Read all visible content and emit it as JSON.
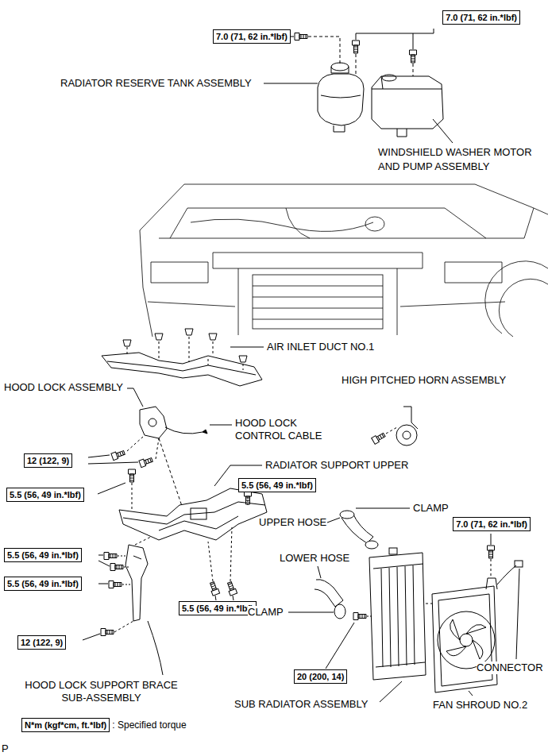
{
  "diagram": {
    "nodes": [
      {
        "text": [
          "7.0 (71, 62 in.*lbf)"
        ]
      },
      {
        "text": [
          "7.0 (71, 62 in.*lbf)"
        ]
      },
      {
        "text": [
          "12 (122, 9)"
        ]
      },
      {
        "text": [
          "5.5 (56, 49 in.*lbf)"
        ]
      },
      {
        "text": [
          "5.5 (56, 49 in.*lbf)"
        ]
      },
      {
        "text": [
          "5.5 (56, 49 in.*lbf)"
        ]
      },
      {
        "text": [
          "7.0 (71, 62 in.*lbf)"
        ]
      },
      {
        "text": [
          "5.5 (56, 49 in.*lbf)"
        ]
      },
      {
        "text": [
          "5.5 (56, 49 in.*lbf)"
        ]
      },
      {
        "text": [
          "12 (122, 9)"
        ]
      },
      {
        "text": [
          "20 (200, 14)"
        ]
      },
      {
        "text": [
          "N*m (kgf*cm, ft.*lbf)",
          ": Specified torque"
        ]
      }
    ],
    "labels": [
      "RADIATOR RESERVE TANK ASSEMBLY",
      "WINDSHIELD WASHER MOTOR AND PUMP ASSEMBLY",
      "AIR INLET DUCT NO.1",
      "HOOD LOCK ASSEMBLY",
      "HIGH PITCHED HORN ASSEMBLY",
      "HOOD LOCK CONTROL CABLE",
      "RADIATOR SUPPORT UPPER",
      "CLAMP",
      "UPPER HOSE",
      "LOWER HOSE",
      "CLAMP",
      "HOOD LOCK SUPPORT BRACE SUB-ASSEMBLY",
      "CONNECTOR",
      "SUB RADIATOR ASSEMBLY",
      "FAN SHROUD NO.2",
      "P"
    ]
  }
}
